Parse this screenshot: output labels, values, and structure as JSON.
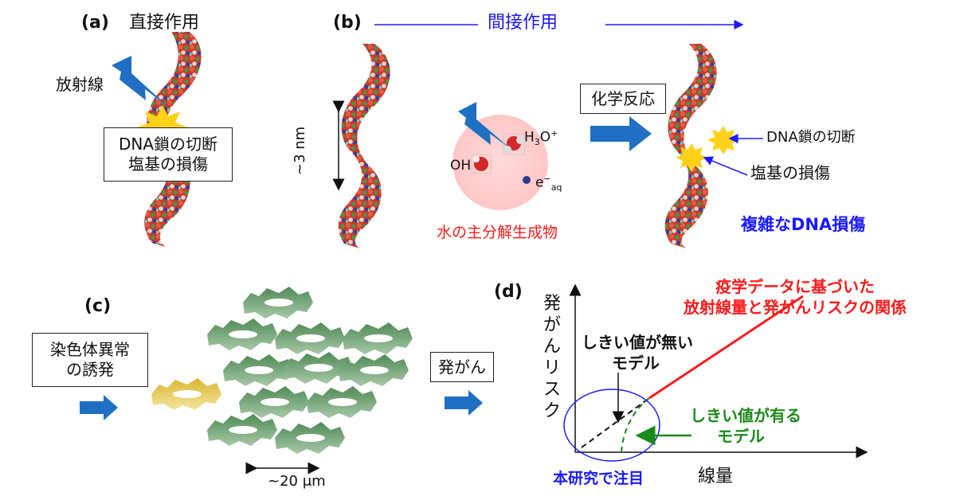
{
  "panel_a": {
    "label": "(a)",
    "title": "直接作用",
    "radiation": "放射線",
    "box_line1": "DNA鎖の切断",
    "box_line2": "塩基の損傷"
  },
  "panel_b": {
    "label": "(b)",
    "title": "間接作用",
    "size_label": "~3 nm",
    "oh": "OH",
    "h3o": "H",
    "h3o_sub": "3",
    "h3o_rest": "O",
    "h3o_sup": "+",
    "e": "e",
    "e_sup": "−",
    "e_sub": "aq",
    "radiolysis": "水の主分解生成物",
    "reaction": "化学反応",
    "strand_break": "DNA鎖の切断",
    "base_damage": "塩基の損傷",
    "complex": "複雑なDNA損傷"
  },
  "panel_c": {
    "label": "(c)",
    "box_line1": "染色体異常",
    "box_line2": "の誘発",
    "cancer": "発がん",
    "scale": "~20 μm"
  },
  "panel_d": {
    "label": "(d)",
    "ylabel": "発がんリスク",
    "xlabel": "線量",
    "epi_line1": "疫学データに基づいた",
    "epi_line2": "放射線量と発がんリスクの関係",
    "no_threshold_1": "しきい値が無い",
    "no_threshold_2": "モデル",
    "threshold_1": "しきい値が有る",
    "threshold_2": "モデル",
    "focus": "本研究で注目"
  },
  "colors": {
    "arrow_blue": "#1f6fc4",
    "explosion": "#ffd21a",
    "cell_green": "#6b9e6b",
    "cell_yellow": "#e0c040",
    "red": "#ff1a1a",
    "blue": "#1a1aff",
    "green": "#1a8a1a"
  }
}
